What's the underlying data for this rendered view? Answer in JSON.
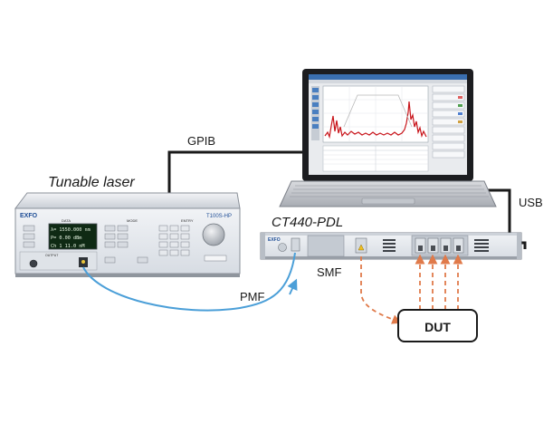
{
  "labels": {
    "tunable_laser": "Tunable laser",
    "gpib": "GPIB",
    "usb": "USB",
    "ct440": "CT440-PDL",
    "smf": "SMF",
    "pmf": "PMF",
    "dut": "DUT"
  },
  "laser": {
    "brand": "EXFO",
    "model": "T100S-HP",
    "display_lines": [
      "λ= 1550.000 nm",
      "P=  0.00 dBm",
      "Ch 1  11.0 nM"
    ],
    "section_labels": [
      "DATA",
      "MODE",
      "ENTRY"
    ],
    "output_label": "OUTPUT"
  },
  "ct440": {
    "brand": "EXFO"
  },
  "colors": {
    "pmf_fiber": "#4b9fd8",
    "smf_fiber": "#e07a4a",
    "cable": "#1a1a1a",
    "screen_trace": "#c8141a",
    "laser_display": "#0f2a14",
    "panel": "#e8ebef"
  }
}
